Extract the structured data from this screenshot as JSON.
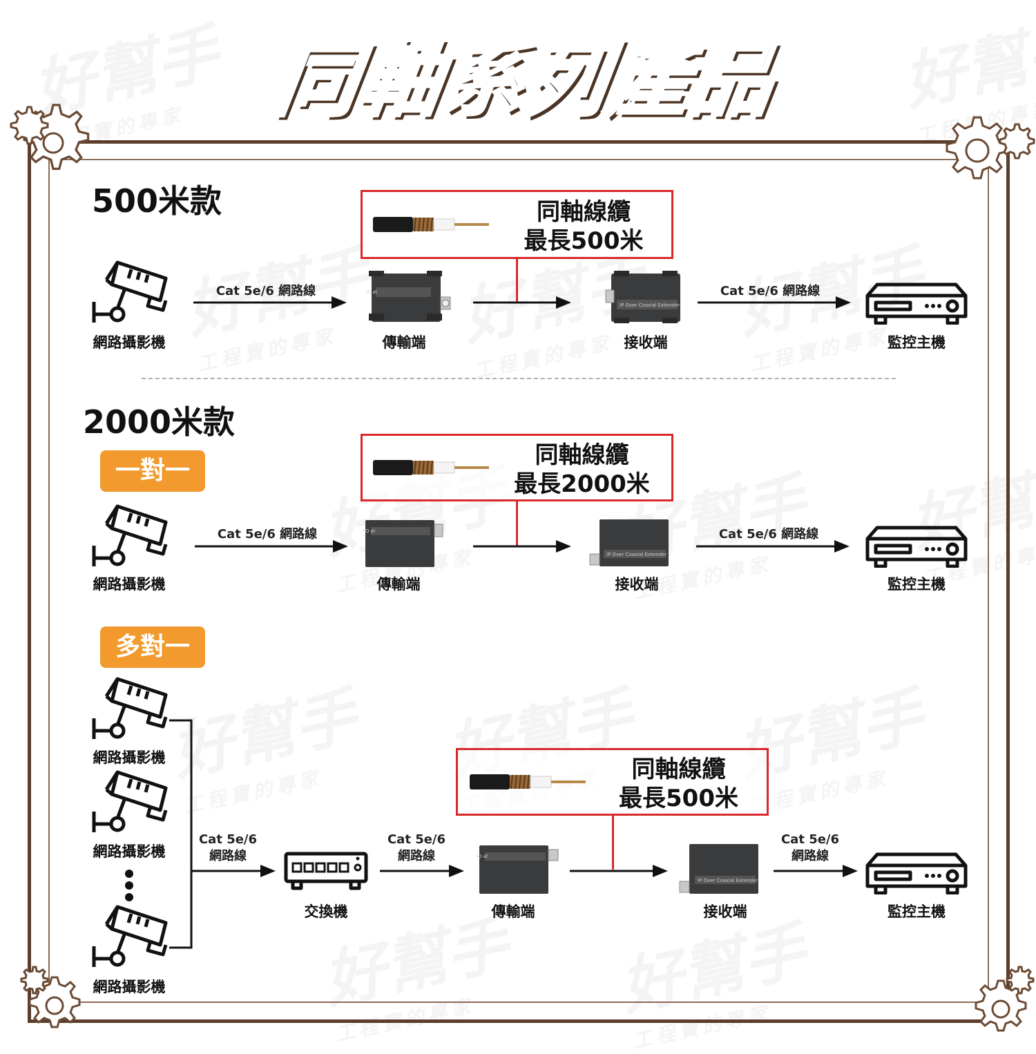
{
  "title": "同軸系列產品",
  "watermark": {
    "brand": "好幫手",
    "tagline": "工程寶的專家"
  },
  "colors": {
    "frame": "#5a3e2b",
    "accent_badge": "#f29a2e",
    "coax_box": "#d8282a"
  },
  "section_500": {
    "heading": "500米款",
    "coax": {
      "line1": "同軸線纜",
      "line2": "最長500米"
    },
    "camera_label": "網路攝影機",
    "cable_left": "Cat 5e/6 網路線",
    "transmitter_label": "傳輸端",
    "receiver_label": "接收端",
    "cable_right": "Cat 5e/6 網路線",
    "nvr_label": "監控主機",
    "device_print": "IP Over Coaxial Extender"
  },
  "section_2000": {
    "heading": "2000米款",
    "badge": "一對一",
    "coax": {
      "line1": "同軸線纜",
      "line2": "最長2000米"
    },
    "camera_label": "網路攝影機",
    "cable_left": "Cat 5e/6 網路線",
    "transmitter_label": "傳輸端",
    "receiver_label": "接收端",
    "cable_right": "Cat 5e/6 網路線",
    "nvr_label": "監控主機"
  },
  "section_multi": {
    "badge": "多對一",
    "coax": {
      "line1": "同軸線纜",
      "line2": "最長500米"
    },
    "camera_labels": [
      "網路攝影機",
      "網路攝影機",
      "網路攝影機"
    ],
    "cable_1": {
      "line1": "Cat 5e/6",
      "line2": "網路線"
    },
    "switch_label": "交換機",
    "cable_2": {
      "line1": "Cat 5e/6",
      "line2": "網路線"
    },
    "transmitter_label": "傳輸端",
    "receiver_label": "接收端",
    "cable_3": {
      "line1": "Cat 5e/6",
      "line2": "網路線"
    },
    "nvr_label": "監控主機"
  }
}
